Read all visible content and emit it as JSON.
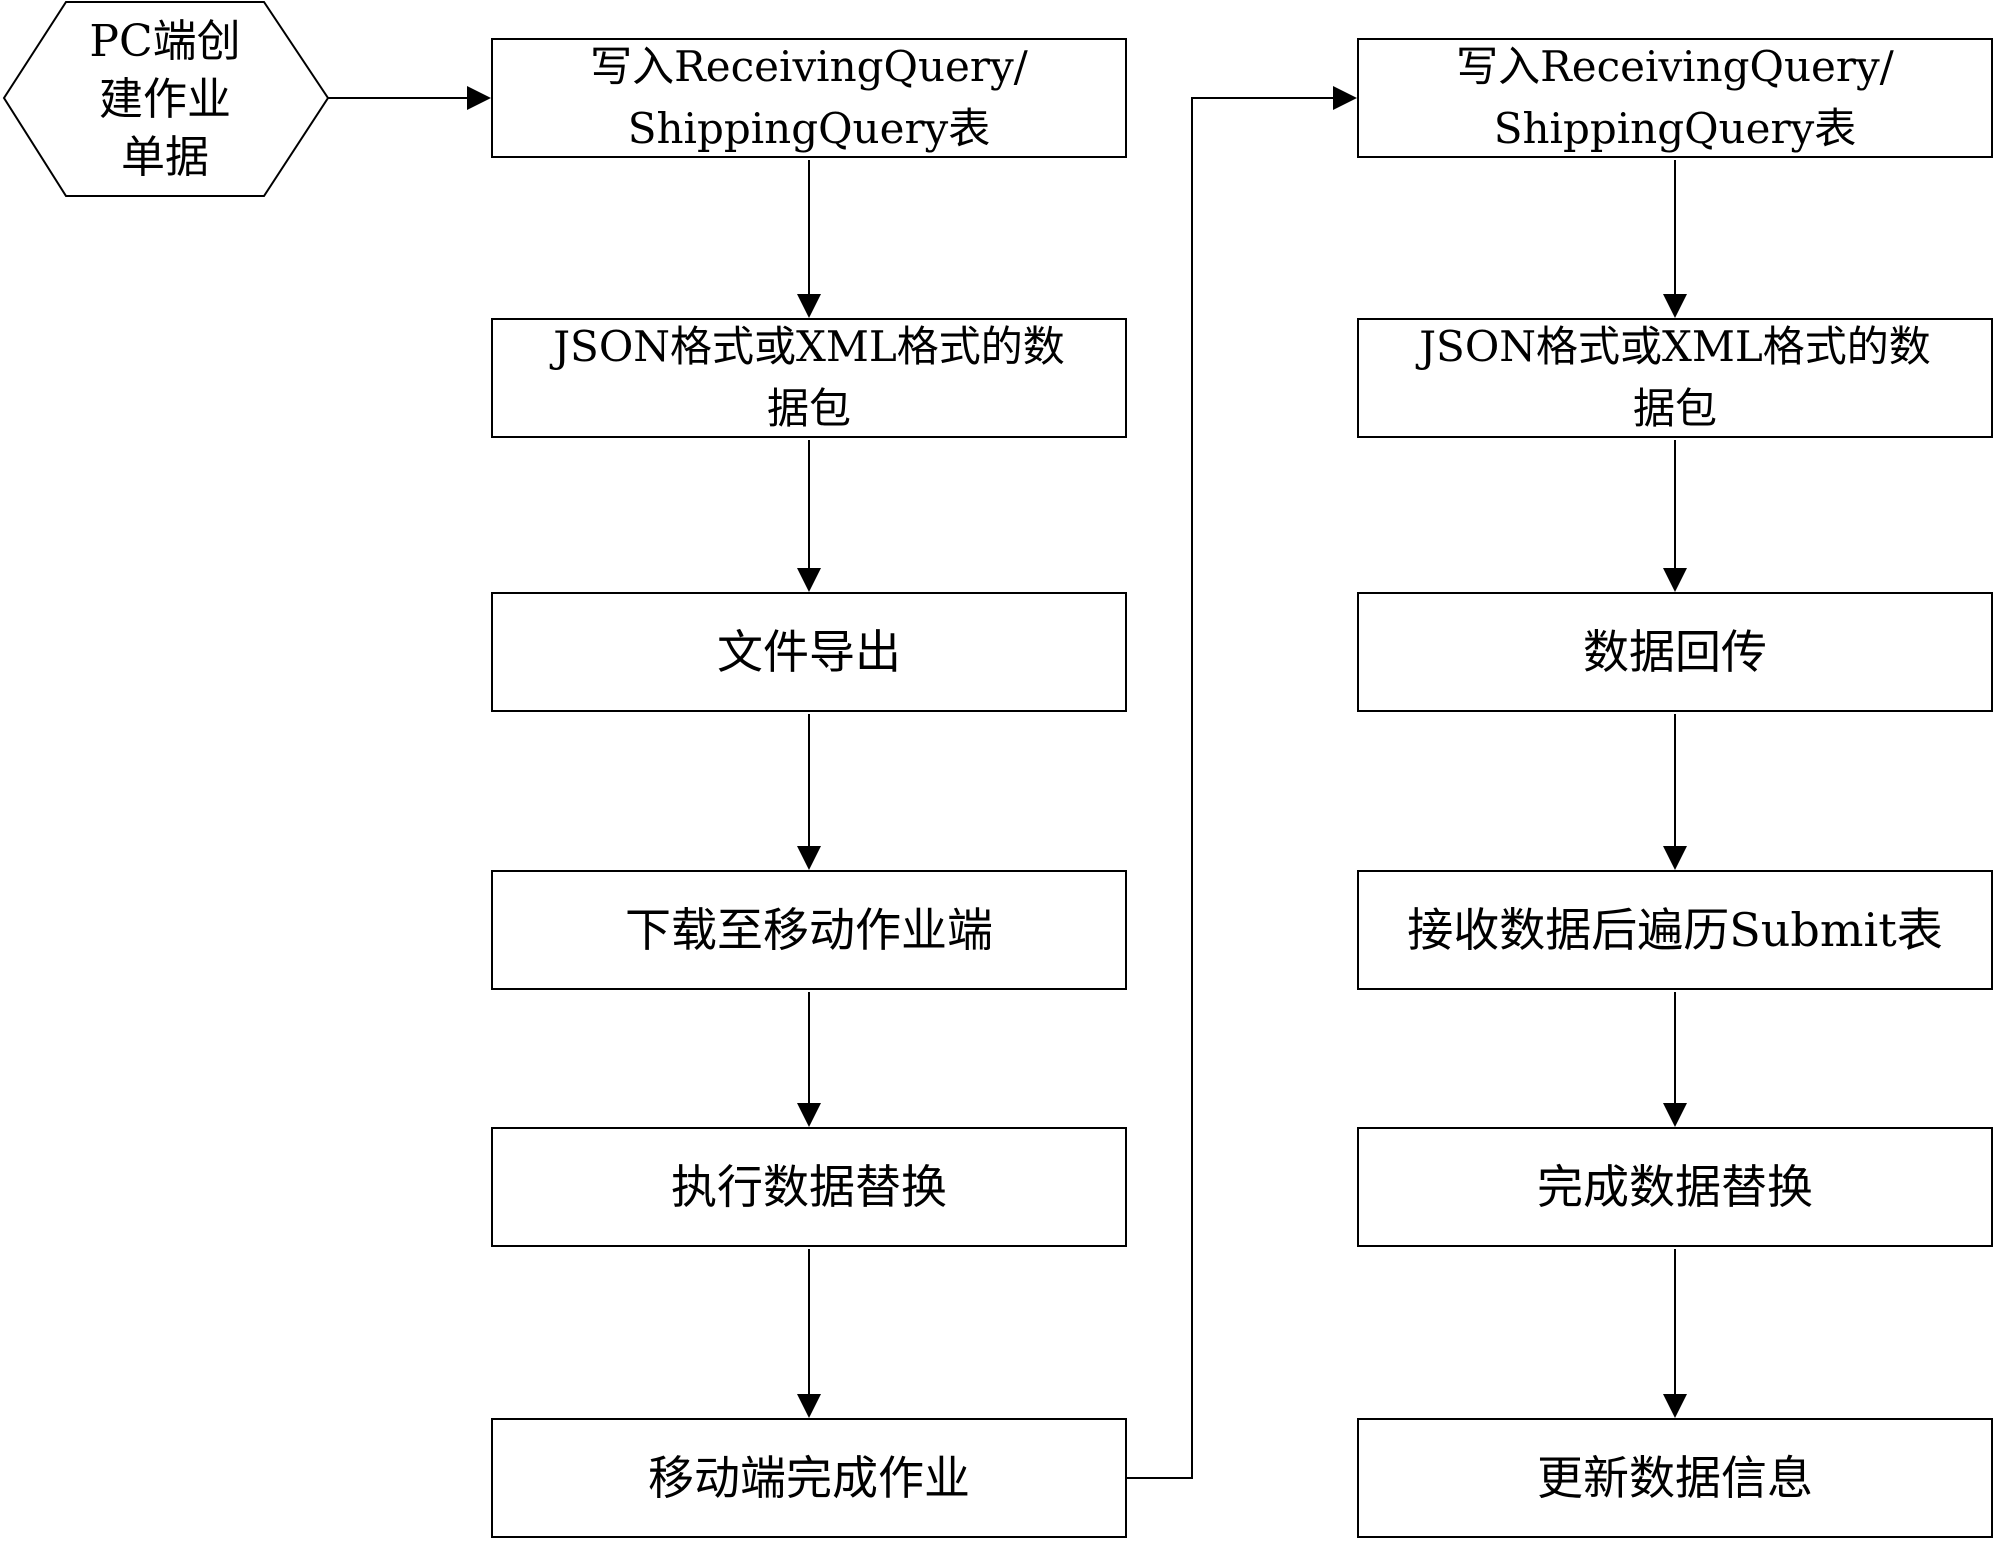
{
  "start": {
    "lines": [
      "PC端创",
      "建作业",
      "单据"
    ]
  },
  "left_column": {
    "step1": {
      "lines": [
        "写入ReceivingQuery/",
        "ShippingQuery表"
      ]
    },
    "step2": {
      "lines": [
        "JSON格式或XML格式的数",
        "据包"
      ]
    },
    "step3": {
      "label": "文件导出"
    },
    "step4": {
      "label": "下载至移动作业端"
    },
    "step5": {
      "label": "执行数据替换"
    },
    "step6": {
      "label": "移动端完成作业"
    }
  },
  "right_column": {
    "step1": {
      "lines": [
        "写入ReceivingQuery/",
        "ShippingQuery表"
      ]
    },
    "step2": {
      "lines": [
        "JSON格式或XML格式的数",
        "据包"
      ]
    },
    "step3": {
      "label": "数据回传"
    },
    "step4": {
      "label": "接收数据后遍历Submit表"
    },
    "step5": {
      "label": "完成数据替换"
    },
    "step6": {
      "label": "更新数据信息"
    }
  },
  "colors": {
    "stroke": "#000000",
    "background": "#ffffff"
  }
}
